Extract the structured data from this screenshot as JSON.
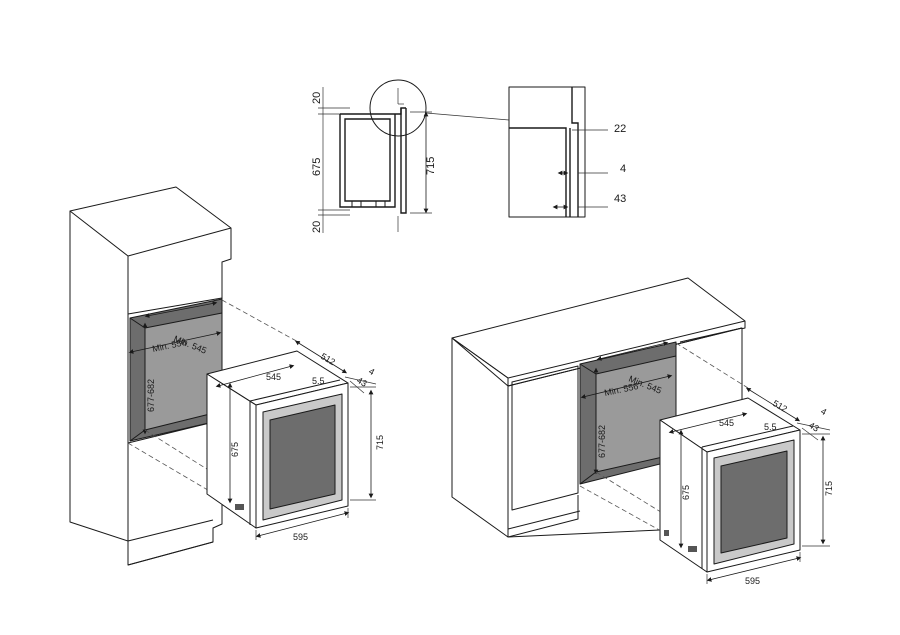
{
  "detail": {
    "top_gap": "20",
    "cavity_height": "675",
    "bottom_gap": "20",
    "unit_height": "715",
    "zoom_labels": [
      "22",
      "4",
      "43"
    ]
  },
  "column_install": {
    "niche_depth": "Min. 545",
    "niche_width": "Min. 556",
    "niche_height": "677-682",
    "unit_depth": "512",
    "unit_width_top": "545",
    "door_offset": "5.5",
    "door_thickness": "43",
    "gap": "4",
    "unit_height": "715",
    "door_height": "675",
    "unit_width": "595"
  },
  "under_counter_install": {
    "niche_depth": "Min. 545",
    "niche_width": "Min. 556",
    "niche_height": "677-682",
    "unit_depth": "512",
    "unit_width_top": "545",
    "door_offset": "5.5",
    "door_thickness": "43",
    "gap": "4",
    "unit_height": "715",
    "door_height": "675",
    "unit_width": "595"
  }
}
